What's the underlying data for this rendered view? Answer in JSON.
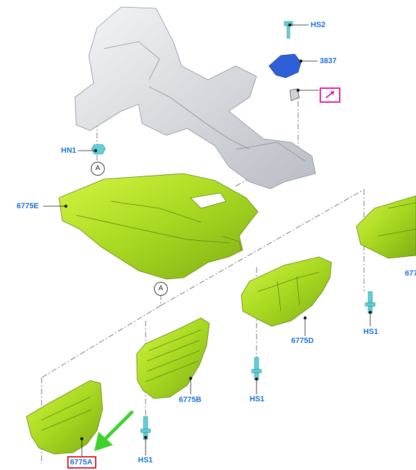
{
  "labels": {
    "hs2": "HS2",
    "p3837": "3837",
    "hn1": "HN1",
    "p6775e": "6775E",
    "p6775d": "6775D",
    "p6775b": "6775B",
    "p6775a": "6775A",
    "hs1_a": "HS1",
    "hs1_b": "HS1",
    "hs1_c": "HS1",
    "p677_cut": "677",
    "circle_a_top": "A",
    "circle_a_mid": "A"
  },
  "colors": {
    "label_blue": "#1a6fd6",
    "shield_green": "#b5e32a",
    "shield_dark": "#7fae14",
    "frame_gray": "#d9dce1",
    "bracket_blue": "#2e5fd8",
    "clip_cyan": "#5fd0d6",
    "highlight_red": "#e02424",
    "reference_magenta": "#e21ca6",
    "arrow_green": "#3fd12b"
  },
  "icons": {
    "reference": "arrow-reference-icon",
    "pointer": "green-arrow-icon"
  }
}
